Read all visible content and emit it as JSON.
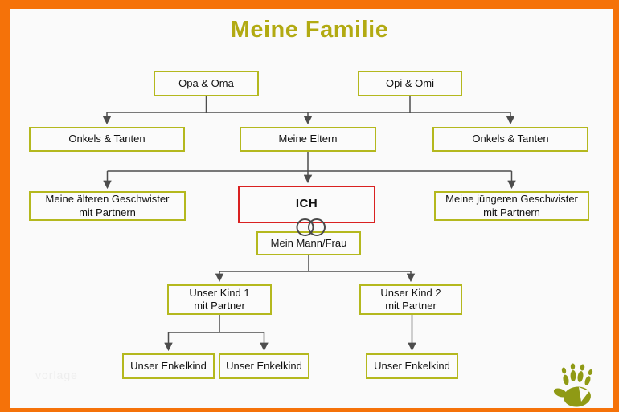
{
  "title": "Meine Familie",
  "watermark": "vorlage",
  "colors": {
    "frame": "#f57209",
    "background": "#fafafa",
    "box_border": "#b4b81e",
    "title_text": "#b2aa12",
    "me_border": "#d92121",
    "line": "#4d4d4d",
    "handprint": "#8f9a15"
  },
  "nodes": {
    "grandparents_left": "Opa & Oma",
    "grandparents_right": "Opi & Omi",
    "uncles_left": "Onkels & Tanten",
    "parents": "Meine Eltern",
    "uncles_right": "Onkels & Tanten",
    "older_siblings": "Meine älteren Geschwister\nmit Partnern",
    "me": "ICH",
    "younger_siblings": "Meine jüngeren Geschwister\nmit Partnern",
    "spouse": "Mein Mann/Frau",
    "child1": "Unser Kind 1\nmit Partner",
    "child2": "Unser Kind 2\nmit Partner",
    "grandchild1": "Unser Enkelkind",
    "grandchild2": "Unser Enkelkind",
    "grandchild3": "Unser Enkelkind"
  },
  "icons": {
    "rings": "wedding-rings",
    "handprint": "child-handprint-logo"
  }
}
